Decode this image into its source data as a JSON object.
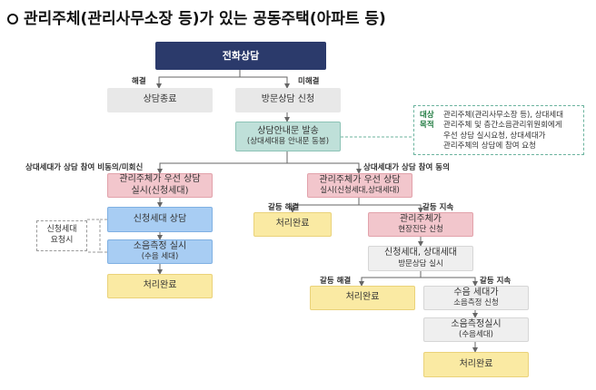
{
  "title": "관리주체(관리사무소장 등)가 있는 공동주택(아파트 등)",
  "nodes": {
    "phone": "전화상담",
    "end_consult": "상담종료",
    "visit_apply": "방문상담 신청",
    "notice_main": "상담안내문 발송",
    "notice_sub": "(상대세대용 안내문 동봉)",
    "left_mgmt_main": "관리주체가 우선 상담",
    "left_mgmt_sub": "실시(신청세대)",
    "applicant_consult": "신청세대 상담",
    "noise_main": "소음측정 실시",
    "noise_sub": "(수음 세대)",
    "left_done": "처리완료",
    "right_mgmt_main": "관리주체가 우선 상담",
    "right_mgmt_sub": "실시(신청세대,상대세대)",
    "mid_done": "처리완료",
    "diag_main": "관리주체가",
    "diag_sub": "현장진단 신청",
    "visit_both_main": "신청세대, 상대세대",
    "visit_both_sub": "방문상담 실시",
    "bottom_done": "처리완료",
    "recv_main": "수음 세대가",
    "recv_sub": "소음측정 신청",
    "noise2_main": "소음측정실시",
    "noise2_sub": "(수음세대)",
    "final_done": "처리완료"
  },
  "labels": {
    "resolved": "해결",
    "unresolved": "미해결",
    "refuse": "상대세대가 상담 참여 비동의/미회신",
    "agree": "상대세대가 상담 참여 동의",
    "conflict_resolved": "갈등 해결",
    "conflict_continue": "갈등 지속",
    "conflict_resolved2": "갈등 해결",
    "conflict_continue2": "갈등 지속"
  },
  "note": {
    "target_key": "대상",
    "target_val": "관리주체(관리사무소장 등), 상대세대",
    "purpose_key": "목적",
    "purpose_l1": "관리주체 및 층간소음관리위원회에게",
    "purpose_l2": "우선 상담 실시요청, 상대세대가",
    "purpose_l3": "관리주체의 상담에 참여 요청"
  },
  "side_note": {
    "l1": "신청세대",
    "l2": "요청시"
  },
  "colors": {
    "navy": "#2b3a6b",
    "teal": "#bfe0d9",
    "pink": "#f2c6cc",
    "blue": "#a8cdf3",
    "yellow": "#faeaa3",
    "line": "#666666"
  }
}
